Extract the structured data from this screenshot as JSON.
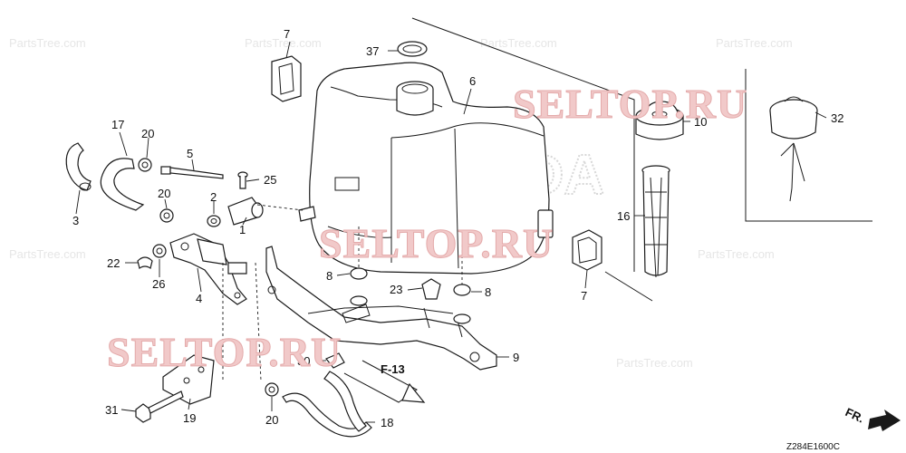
{
  "watermarks": {
    "brand_top": "SELTOP.RU",
    "brand_mid": "SELTOP.RU",
    "brand_bottom": "SELTOP.RU",
    "manufacturer": "HONDA",
    "faint_text": "PartsTree.com"
  },
  "callouts": {
    "c1": "1",
    "c2": "2",
    "c3": "3",
    "c4": "4",
    "c5": "5",
    "c6": "6",
    "c7a": "7",
    "c7b": "7",
    "c8a": "8",
    "c8b": "8",
    "c9": "9",
    "c10": "10",
    "c16": "16",
    "c17": "17",
    "c18": "18",
    "c19": "19",
    "c20a": "20",
    "c20b": "20",
    "c20c": "20",
    "c22": "22",
    "c23": "23",
    "c25": "25",
    "c26": "26",
    "c30": "30",
    "c31": "31",
    "c32": "32",
    "c37": "37"
  },
  "reference": {
    "section": "F-13"
  },
  "direction": {
    "label": "FR."
  },
  "diagram_code": "Z284E1600C"
}
